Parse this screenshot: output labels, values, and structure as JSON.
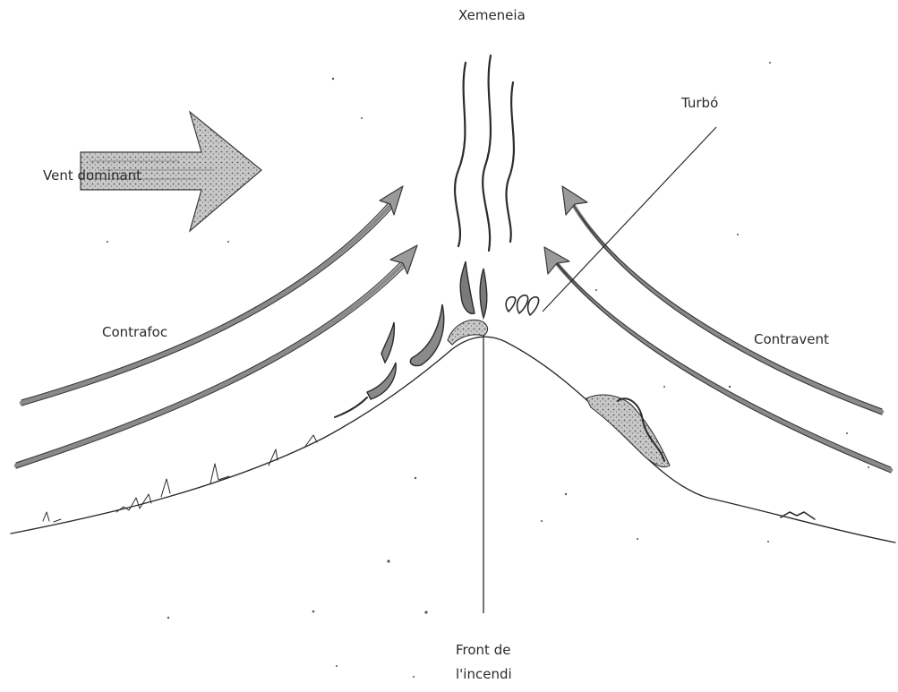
{
  "labels": {
    "chimney": "Xemeneia",
    "vortex": "Turbó",
    "prevailing_wind": "Vent dominant",
    "backfire": "Contrafoc",
    "counterwind": "Contravent",
    "fire_front_line1": "Front de",
    "fire_front_line2": "l'incendi"
  },
  "colors": {
    "ink": "#2b2b2b",
    "flow_fill": "#8a8a8a",
    "label_text": "#2a2a2a"
  }
}
